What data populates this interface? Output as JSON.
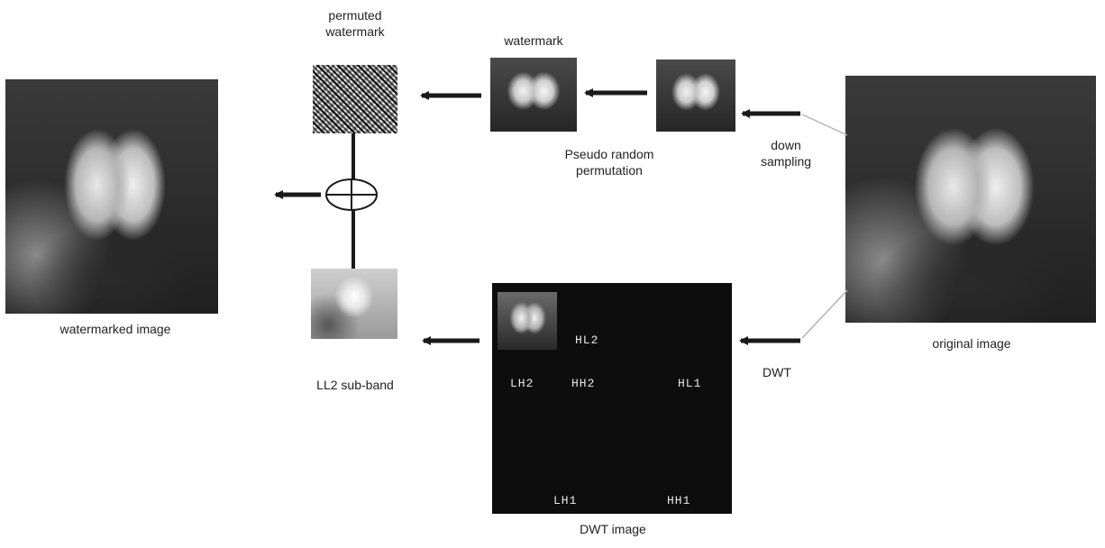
{
  "labels": {
    "permuted_watermark_line1": "permuted",
    "permuted_watermark_line2": "watermark",
    "watermark": "watermark",
    "pseudo_random_line1": "Pseudo random",
    "pseudo_random_line2": "permutation",
    "down_sampling_line1": "down",
    "down_sampling_line2": "sampling",
    "watermarked_image": "watermarked image",
    "ll2_sub_band": "LL2 sub-band",
    "dwt": "DWT",
    "original_image": "original image",
    "dwt_image": "DWT image"
  },
  "dwt_subbands": {
    "hl2": "HL2",
    "lh2": "LH2",
    "hh2": "HH2",
    "hl1": "HL1",
    "lh1": "LH1",
    "hh1": "HH1"
  }
}
